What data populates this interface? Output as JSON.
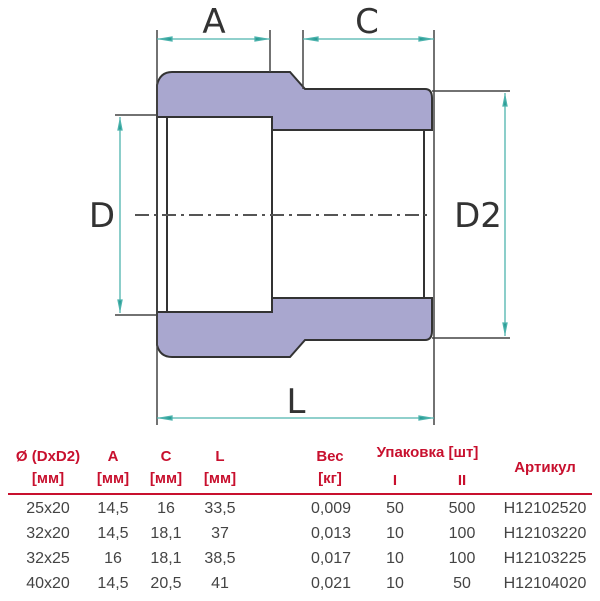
{
  "diagram": {
    "labels": {
      "A": "A",
      "C": "C",
      "D": "D",
      "D2": "D2",
      "L": "L"
    },
    "colors": {
      "body_fill": "#a9a7cf",
      "outline": "#333333",
      "dim_line": "#4db3ad"
    }
  },
  "table": {
    "accent_color": "#c8102e",
    "headers": {
      "dxd2": {
        "line1": "Ø (DxD2)",
        "line2": "[мм]"
      },
      "a": {
        "line1": "A",
        "line2": "[мм]"
      },
      "c": {
        "line1": "C",
        "line2": "[мм]"
      },
      "l": {
        "line1": "L",
        "line2": "[мм]"
      },
      "weight": {
        "line1": "Вес",
        "line2": "[кг]"
      },
      "packing": {
        "line1": "Упаковка [шт]",
        "sub1": "I",
        "sub2": "II"
      },
      "article": {
        "line1": "Артикул"
      }
    },
    "rows": [
      {
        "dxd2": "25x20",
        "a": "14,5",
        "c": "16",
        "l": "33,5",
        "weight": "0,009",
        "pack1": "50",
        "pack2": "500",
        "article": "H12102520"
      },
      {
        "dxd2": "32x20",
        "a": "14,5",
        "c": "18,1",
        "l": "37",
        "weight": "0,013",
        "pack1": "10",
        "pack2": "100",
        "article": "H12103220"
      },
      {
        "dxd2": "32x25",
        "a": "16",
        "c": "18,1",
        "l": "38,5",
        "weight": "0,017",
        "pack1": "10",
        "pack2": "100",
        "article": "H12103225"
      },
      {
        "dxd2": "40x20",
        "a": "14,5",
        "c": "20,5",
        "l": "41",
        "weight": "0,021",
        "pack1": "10",
        "pack2": "50",
        "article": "H12104020"
      }
    ]
  }
}
